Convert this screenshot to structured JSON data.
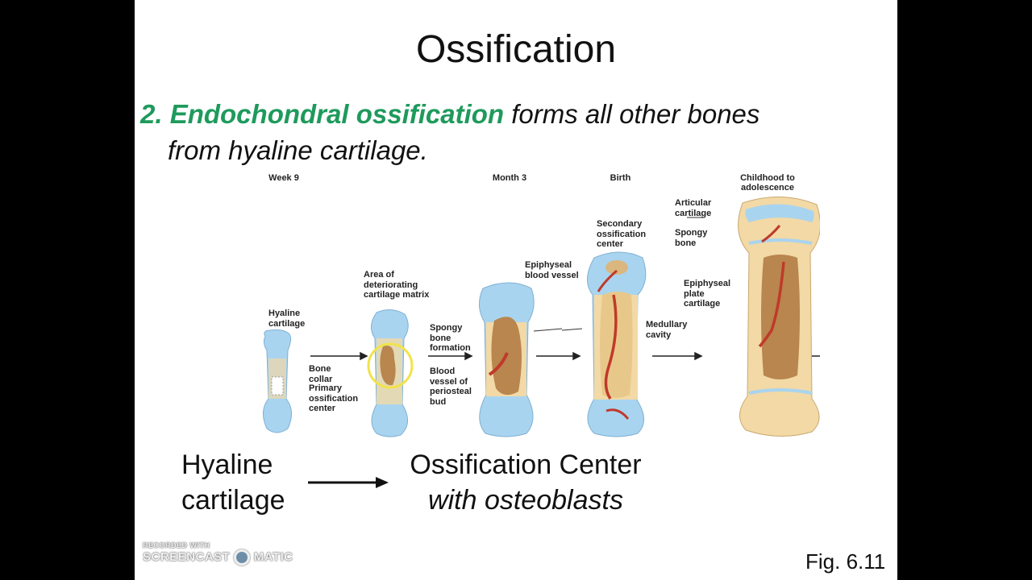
{
  "slide": {
    "title": "Ossification",
    "subtitle": {
      "number": "2.",
      "highlight": "Endochondral ossification",
      "rest": "forms all other bones",
      "line2": "from hyaline cartilage."
    },
    "stages": [
      "Week 9",
      "Month 3",
      "Birth",
      "Childhood to",
      "adolescence"
    ],
    "labels": {
      "hyaline_cartilage": [
        "Hyaline",
        "cartilage"
      ],
      "bone_collar": [
        "Bone",
        "collar"
      ],
      "primary_center": [
        "Primary",
        "ossification",
        "center"
      ],
      "deteriorating": [
        "Area of",
        "deteriorating",
        "cartilage matrix"
      ],
      "spongy_formation": [
        "Spongy",
        "bone",
        "formation"
      ],
      "blood_vessel": [
        "Blood",
        "vessel of",
        "periosteal",
        "bud"
      ],
      "epiphyseal_vessel": [
        "Epiphyseal",
        "blood vessel"
      ],
      "secondary_center": [
        "Secondary",
        "ossification",
        "center"
      ],
      "medullary": [
        "Medullary",
        "cavity"
      ],
      "articular": [
        "Articular",
        "cartilage"
      ],
      "spongy_bone": [
        "Spongy",
        "bone"
      ],
      "epiphyseal_plate": [
        "Epiphyseal",
        "plate",
        "cartilage"
      ]
    },
    "bottom": {
      "left": [
        "Hyaline",
        "cartilage"
      ],
      "right1": "Ossification Center",
      "right2": "with osteoblasts"
    },
    "figure_ref": "Fig. 6.11"
  },
  "watermark": {
    "line1": "RECORDED WITH",
    "line2a": "SCREENCAST",
    "line2b": "MATIC"
  },
  "colors": {
    "cartilage": "#a9d4ef",
    "bone": "#f2d9a6",
    "spongy": "#b8864e",
    "vessel": "#c0392b",
    "highlight": "#1e9a5c"
  }
}
